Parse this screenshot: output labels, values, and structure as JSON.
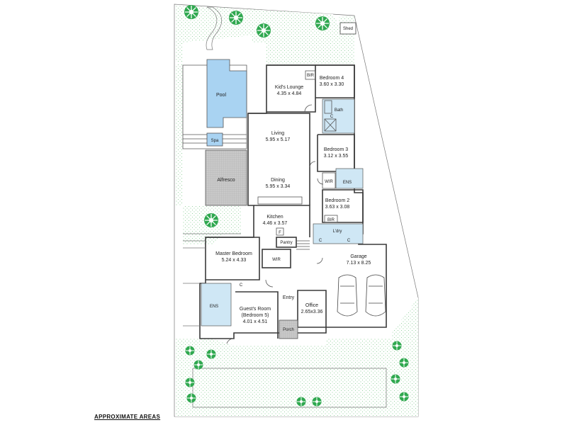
{
  "rooms": {
    "shed": "Shed",
    "pool": "Pool",
    "spa": "Spa",
    "alfresco": "Alfresco",
    "kids_lounge": {
      "name": "Kid's Lounge",
      "size": "4.35 x 4.84"
    },
    "bir_top": "BIR",
    "bedroom4": {
      "name": "Bedroom 4",
      "size": "3.60 x 3.30"
    },
    "bath": "Bath",
    "living": {
      "name": "Living",
      "size": "5.95 x 5.17"
    },
    "bedroom3": {
      "name": "Bedroom 3",
      "size": "3.12 x 3.55"
    },
    "dining": {
      "name": "Dining",
      "size": "5.95 x 3.34"
    },
    "wir_b3": "WIR",
    "ens_b3": "ENS",
    "bedroom2": {
      "name": "Bedroom 2",
      "size": "3.63 x 3.08"
    },
    "bir_b2": "BIR",
    "kitchen": {
      "name": "Kitchen",
      "size": "4.46 x 3.57"
    },
    "ldry": "L'dry",
    "pantry": "Pantry",
    "fridge": "F",
    "master": {
      "name": "Master Bedroom",
      "size": "5.24 x 4.33"
    },
    "wir_master": "WIR",
    "garage": {
      "name": "Garage",
      "size": "7.13 x 8.25"
    },
    "ens_master": "ENS",
    "guest": {
      "name": "Guest's Room",
      "name2": "(Bedroom 5)",
      "size": "4.01 x 4.51"
    },
    "entry": "Entry",
    "office": {
      "name": "Office",
      "size": "2.65x3.36"
    },
    "porch": "Porch",
    "cupboard": "C"
  },
  "footer": {
    "title": "APPROXIMATE AREAS"
  },
  "colors": {
    "tree": "#2fa84f",
    "pool": "#a9d3f2",
    "wet_area": "#cfe7f5"
  }
}
